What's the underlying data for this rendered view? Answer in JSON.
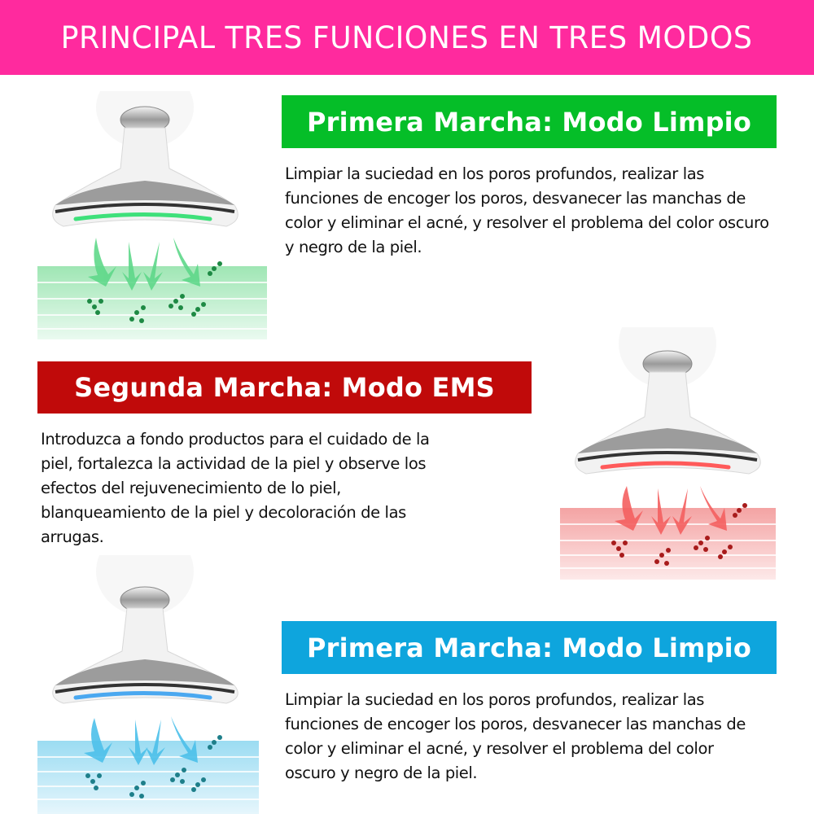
{
  "banner": {
    "title": "PRINCIPAL TRES FUNCIONES EN TRES MODOS",
    "color": "#ff2a9e"
  },
  "modes": [
    {
      "title": "Primera Marcha: Modo Limpio",
      "color": "#05be28",
      "light_color": "green",
      "description": "Limpiar la suciedad en los poros profundos, realizar las funciones de encoger los poros, desvanecer las manchas de color y eliminar el acné, y resolver el problema del color oscuro y negro de la piel.",
      "icon": "neck-massager-device-green-light-illustration"
    },
    {
      "title": "Segunda Marcha: Modo EMS",
      "color": "#c00a0a",
      "light_color": "red",
      "description": "Introduzca a fondo productos para el cuidado de la piel, fortalezca la actividad de la piel y observe los efectos del rejuvenecimiento de lo piel, blanqueamiento de la piel y decoloración de las arrugas.",
      "icon": "neck-massager-device-red-light-illustration"
    },
    {
      "title": "Primera Marcha: Modo Limpio",
      "color": "#0ea5dd",
      "light_color": "blue",
      "description": "Limpiar la suciedad en los poros profundos, realizar las funciones de encoger los poros, desvanecer las manchas de color y eliminar el acné, y resolver el problema del color oscuro y negro de la piel.",
      "icon": "neck-massager-device-blue-light-illustration"
    }
  ]
}
